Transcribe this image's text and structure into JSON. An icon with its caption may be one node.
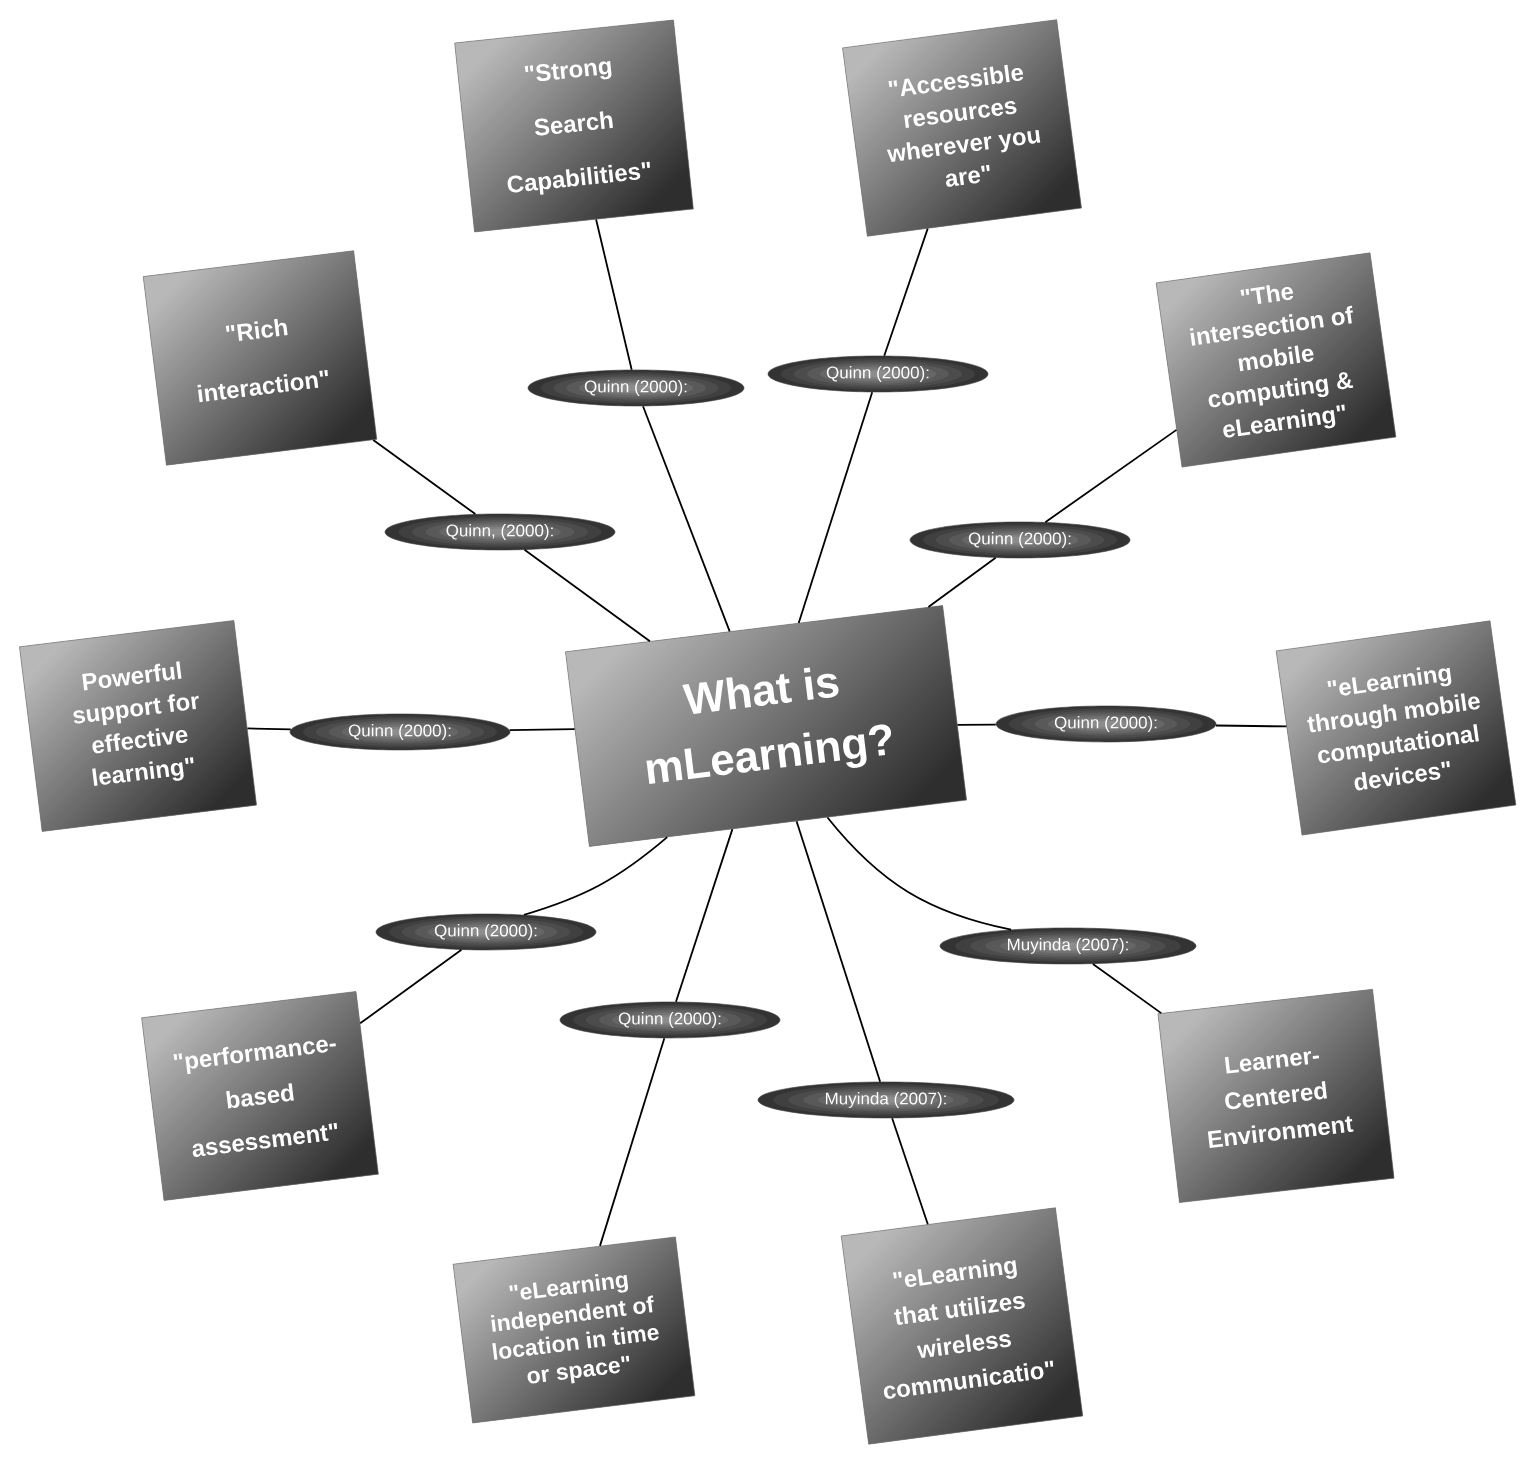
{
  "diagram": {
    "nodes": [
      {
        "text": [
          "What is mLearning?"
        ]
      },
      {
        "text": [
          "Quinn (2000):"
        ]
      },
      {
        "text": [
          "\"Strong Search Capabilities\""
        ]
      },
      {
        "text": [
          "Quinn (2000):"
        ]
      },
      {
        "text": [
          "\"Accessible resources wherever you are\""
        ]
      },
      {
        "text": [
          "Quinn (2000):"
        ]
      },
      {
        "text": [
          "\"The intersection of mobile computing & eLearning\""
        ]
      },
      {
        "text": [
          "Quinn (2000):"
        ]
      },
      {
        "text": [
          "\"eLearning through mobile computational devices\""
        ]
      },
      {
        "text": [
          "Muyinda (2007):"
        ]
      },
      {
        "text": [
          "Learner-Centered Environment"
        ]
      },
      {
        "text": [
          "Muyinda (2007):"
        ]
      },
      {
        "text": [
          "\"eLearning that utilizes wireless communicatio\""
        ]
      },
      {
        "text": [
          "Quinn (2000):"
        ]
      },
      {
        "text": [
          "\"eLearning independent of location in time or space\""
        ]
      },
      {
        "text": [
          "Quinn (2000):"
        ]
      },
      {
        "text": [
          "\"performance-based assessment\""
        ]
      },
      {
        "text": [
          "Quinn (2000):"
        ]
      },
      {
        "text": [
          "Powerful support for effective learning\""
        ]
      },
      {
        "text": [
          "Quinn, (2000):"
        ]
      },
      {
        "text": [
          "\"Rich interaction\""
        ]
      }
    ],
    "edges": [
      {
        "from": 0,
        "to": 1,
        "arrow": "none"
      },
      {
        "from": 1,
        "to": 2,
        "arrow": "none"
      },
      {
        "from": 0,
        "to": 3,
        "arrow": "none"
      },
      {
        "from": 3,
        "to": 4,
        "arrow": "none"
      },
      {
        "from": 0,
        "to": 5,
        "arrow": "none"
      },
      {
        "from": 5,
        "to": 6,
        "arrow": "none"
      },
      {
        "from": 0,
        "to": 7,
        "arrow": "none"
      },
      {
        "from": 7,
        "to": 8,
        "arrow": "none"
      },
      {
        "from": 0,
        "to": 9,
        "arrow": "none"
      },
      {
        "from": 9,
        "to": 10,
        "arrow": "none"
      },
      {
        "from": 0,
        "to": 11,
        "arrow": "none"
      },
      {
        "from": 11,
        "to": 12,
        "arrow": "none"
      },
      {
        "from": 0,
        "to": 13,
        "arrow": "none"
      },
      {
        "from": 13,
        "to": 14,
        "arrow": "none"
      },
      {
        "from": 0,
        "to": 15,
        "arrow": "none"
      },
      {
        "from": 15,
        "to": 16,
        "arrow": "none"
      },
      {
        "from": 0,
        "to": 17,
        "arrow": "none"
      },
      {
        "from": 17,
        "to": 18,
        "arrow": "none"
      },
      {
        "from": 0,
        "to": 19,
        "arrow": "none"
      },
      {
        "from": 19,
        "to": 20,
        "arrow": "none"
      }
    ]
  }
}
